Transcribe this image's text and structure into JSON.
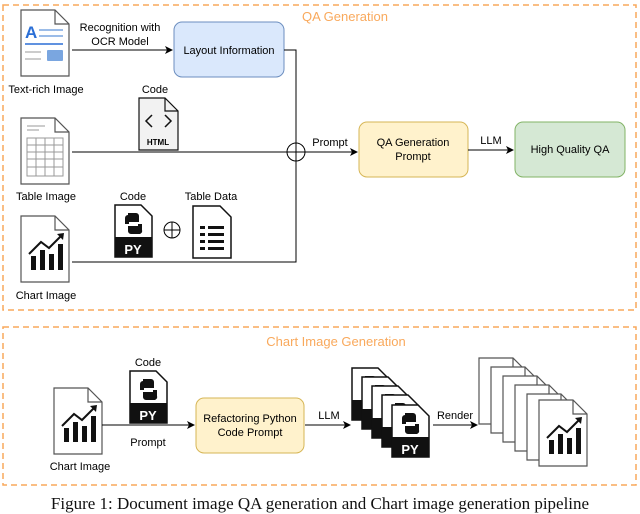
{
  "colors": {
    "frame": "#f9a95c",
    "layout_box": "#dae8fc",
    "prompt_box": "#fff2cc",
    "qa_box": "#d5e8d4"
  },
  "qa_section": {
    "title": "QA Generation",
    "text_rich_label": "Text-rich Image",
    "ocr_label_1": "Recognition with",
    "ocr_label_2": "OCR Model",
    "layout_box": "Layout Information",
    "table_label": "Table Image",
    "html_code_label": "Code",
    "html_icon_text": "HTML",
    "chart_label": "Chart Image",
    "py_code_label": "Code",
    "py_icon_text": "PY",
    "table_data_label": "Table Data",
    "prompt_label": "Prompt",
    "prompt_box_1": "QA Generation",
    "prompt_box_2": "Prompt",
    "llm_label": "LLM",
    "qa_box": "High Quality QA"
  },
  "chart_section": {
    "title": "Chart Image Generation",
    "chart_label": "Chart Image",
    "code_label": "Code",
    "py_icon_text": "PY",
    "prompt_label": "Prompt",
    "refactor_box_1": "Refactoring Python",
    "refactor_box_2": "Code Prompt",
    "llm_label": "LLM",
    "render_label": "Render"
  },
  "caption": "Figure 1: Document image QA generation and Chart image generation pipeline"
}
